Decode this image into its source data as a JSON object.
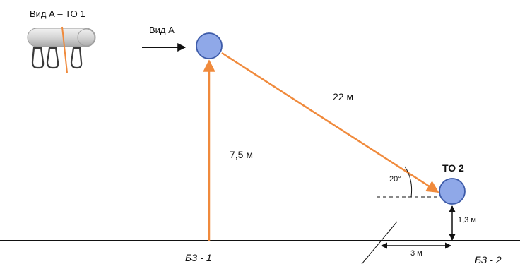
{
  "inset": {
    "title": "Вид А – ТО 1"
  },
  "view_arrow": {
    "label": "Вид А"
  },
  "labels": {
    "slope_length": "22 м",
    "height": "7,5 м",
    "to2": "ТО 2",
    "angle": "20°",
    "clearance": "1,3 м",
    "offset": "3 м",
    "bz1": "БЗ - 1",
    "bz2": "БЗ - 2"
  },
  "colors": {
    "rope": "#F08A3C",
    "node_fill": "#8FA8E8",
    "node_stroke": "#3D5BA9",
    "ground": "#111111",
    "bar_fill": "#D7D7D7"
  }
}
